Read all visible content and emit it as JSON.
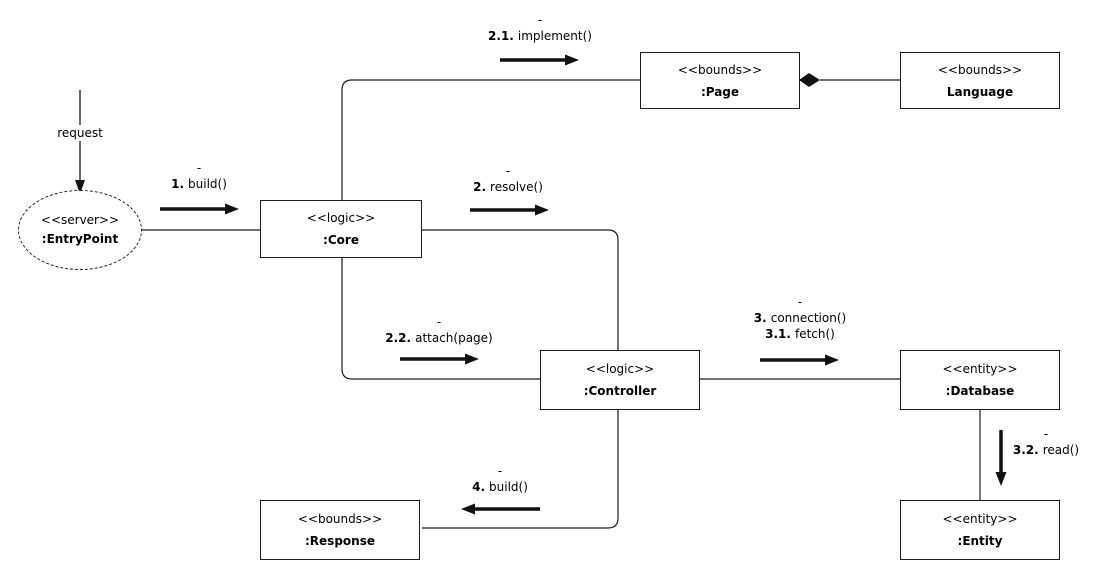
{
  "request_label": "request",
  "nodes": {
    "entrypoint": {
      "stereotype": "<<server>>",
      "name": ":EntryPoint"
    },
    "core": {
      "stereotype": "<<logic>>",
      "name": ":Core"
    },
    "page": {
      "stereotype": "<<bounds>>",
      "name": ":Page"
    },
    "language": {
      "stereotype": "<<bounds>>",
      "name": "Language"
    },
    "controller": {
      "stereotype": "<<logic>>",
      "name": ":Controller"
    },
    "database": {
      "stereotype": "<<entity>>",
      "name": ":Database"
    },
    "entity": {
      "stereotype": "<<entity>>",
      "name": ":Entity"
    },
    "response": {
      "stereotype": "<<bounds>>",
      "name": ":Response"
    }
  },
  "messages": {
    "m1": {
      "marker": "-",
      "num": "1.",
      "text": "build()"
    },
    "m21": {
      "marker": "-",
      "num": "2.1.",
      "text": "implement()"
    },
    "m2": {
      "marker": "-",
      "num": "2.",
      "text": "resolve()"
    },
    "m22": {
      "marker": "-",
      "num": "2.2.",
      "text": "attach(page)"
    },
    "m3": {
      "marker": "-",
      "num": "3.",
      "text": "connection()",
      "num2": "3.1.",
      "text2": "fetch()"
    },
    "m32": {
      "marker": "-",
      "num": "3.2.",
      "text": "read()"
    },
    "m4": {
      "marker": "-",
      "num": "4.",
      "text": "build()"
    }
  },
  "colors": {
    "background": "#ffffff",
    "line": "#1c1c1c",
    "arrow": "#111111",
    "text": "#000000"
  }
}
